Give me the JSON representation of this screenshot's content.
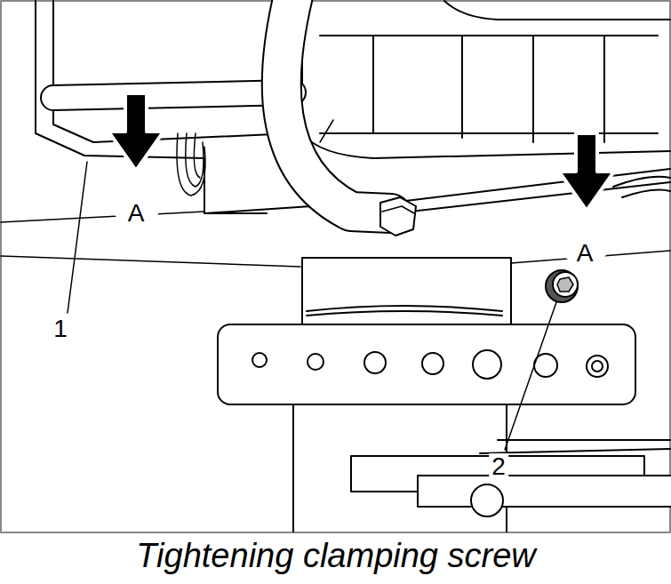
{
  "diagram": {
    "caption": "Tightening clamping screw",
    "labels": [
      "A",
      "A",
      "1",
      "2"
    ]
  }
}
